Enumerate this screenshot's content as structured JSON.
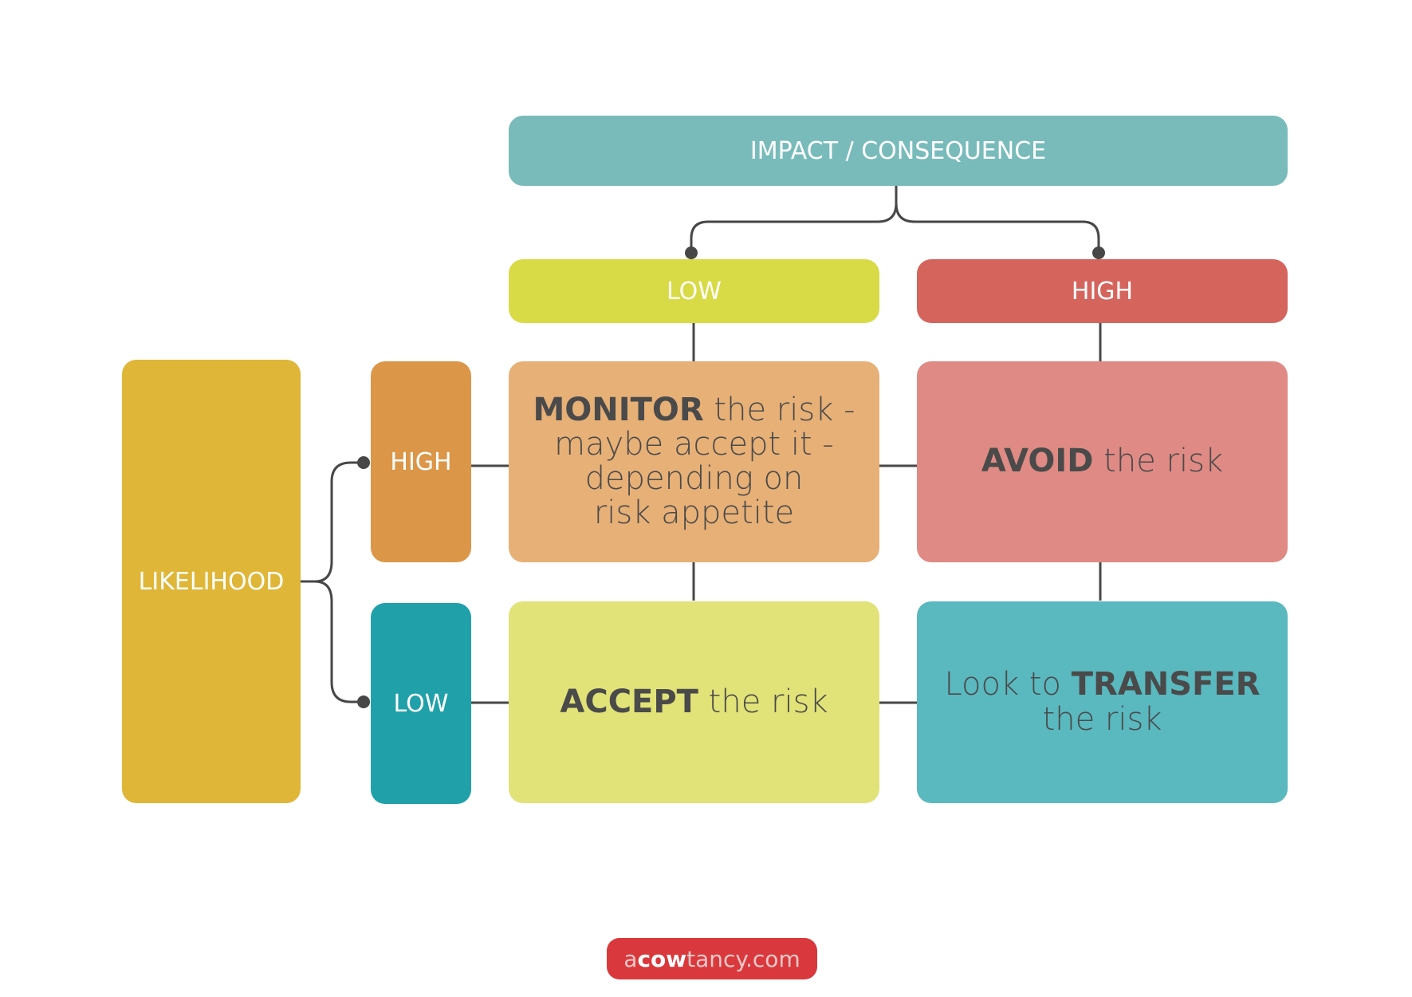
{
  "impact": {
    "label": "IMPACT / CONSEQUENCE",
    "color": "#79bbbb"
  },
  "impact_low": {
    "label": "LOW",
    "color": "#d8da46"
  },
  "impact_high": {
    "label": "HIGH",
    "color": "#d5645d"
  },
  "likelihood": {
    "label": "LIKELIHOOD",
    "color": "#dfb637"
  },
  "likelihood_high": {
    "label": "HIGH",
    "color": "#dc9648"
  },
  "likelihood_low": {
    "label": "LOW",
    "color": "#20a1aa"
  },
  "cells": {
    "monitor": {
      "strong": "MONITOR",
      "rest1": " the risk -",
      "line2": "maybe accept it -",
      "line3": "depending on",
      "line4": "risk appetite",
      "color": "#e7b077"
    },
    "avoid": {
      "strong": "AVOID",
      "rest": " the risk",
      "color": "#df8a84"
    },
    "accept": {
      "strong": "ACCEPT",
      "rest": " the risk",
      "color": "#e1e278"
    },
    "transfer": {
      "pre": "Look to ",
      "strong": "TRANSFER",
      "line2": "the risk",
      "color": "#5ab8bf"
    }
  },
  "footer": {
    "pre": "a",
    "strong": "cow",
    "post": "tancy.com"
  },
  "connector_color": "#474747"
}
